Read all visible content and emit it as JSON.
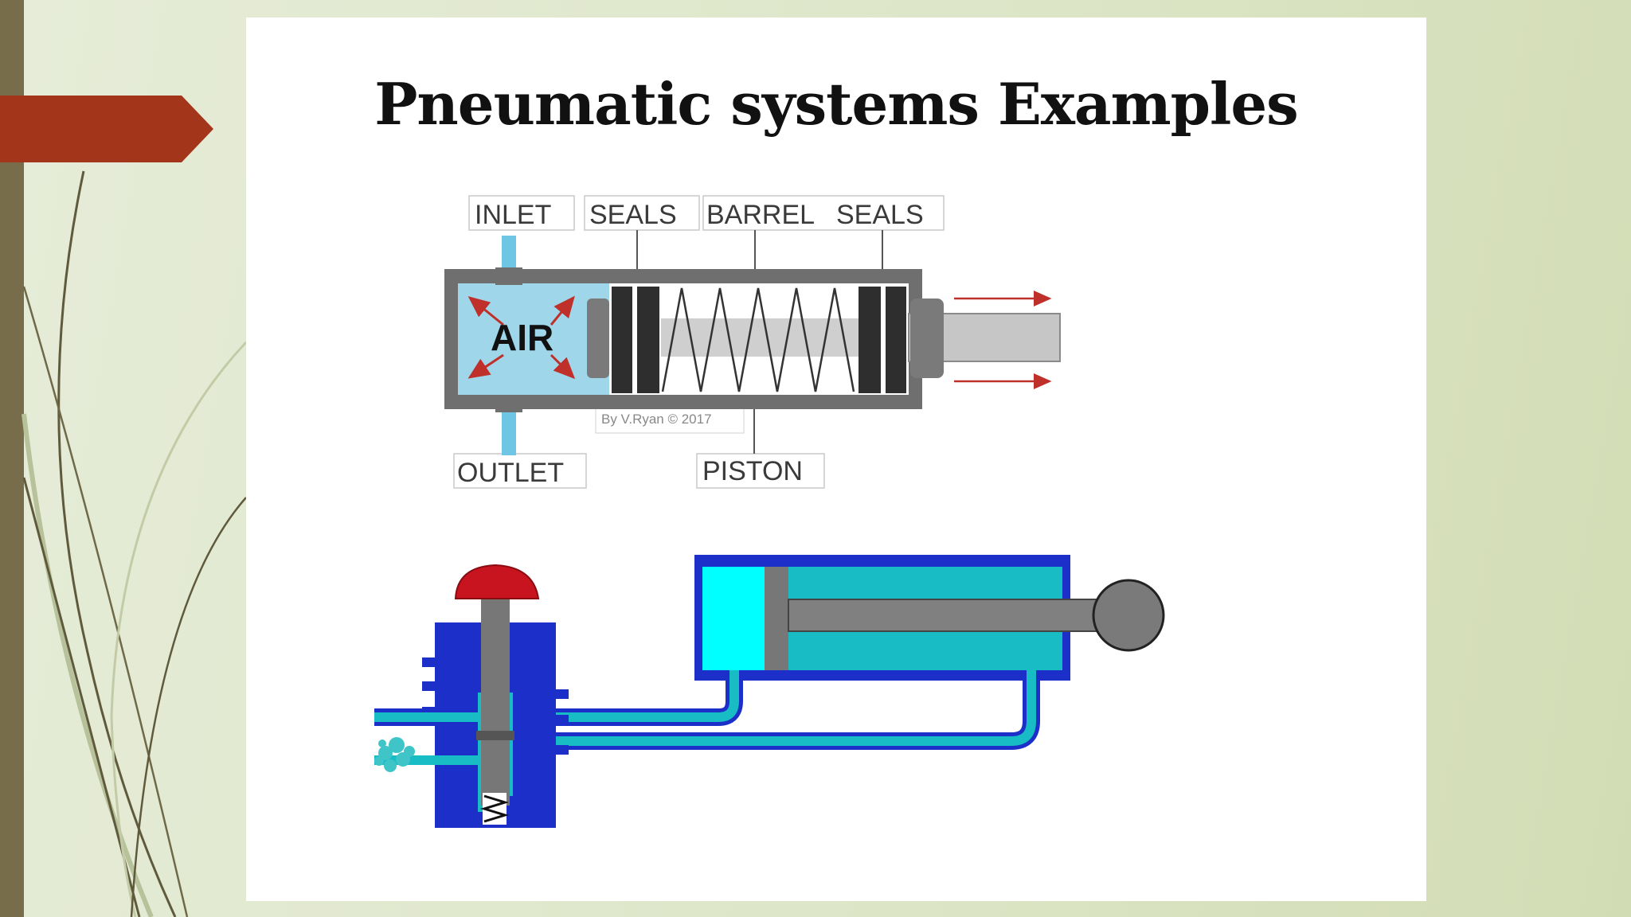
{
  "slide": {
    "title": "Pneumatic systems Examples"
  },
  "cylinder_diagram": {
    "labels": {
      "inlet": "INLET",
      "seals_left": "SEALS",
      "barrel": "BARREL",
      "seals_right": "SEALS",
      "outlet": "OUTLET",
      "piston": "PISTON"
    },
    "chamber_label": "AIR",
    "credit": "By V.Ryan © 2017"
  },
  "colors": {
    "accent_arrow": "#a3361a",
    "side_bar": "#786d4a",
    "air_chamber": "#9fd6ea",
    "valve_body": "#1c2fc8",
    "cylinder_fluid": "#17bcc4",
    "button_cap": "#c8141e"
  }
}
